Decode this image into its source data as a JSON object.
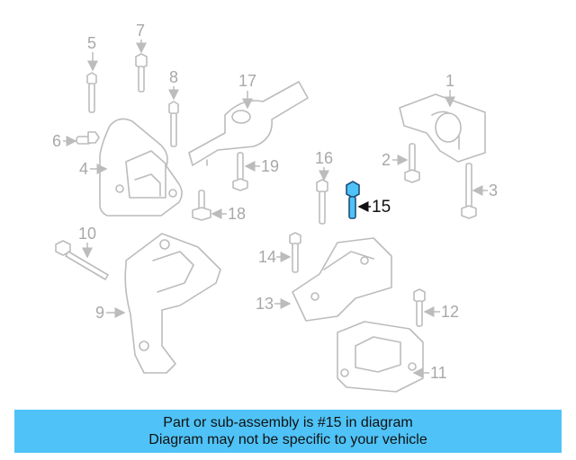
{
  "diagram": {
    "callouts": [
      "1",
      "2",
      "3",
      "4",
      "5",
      "6",
      "7",
      "8",
      "9",
      "10",
      "11",
      "12",
      "13",
      "14",
      "15",
      "16",
      "17",
      "18",
      "19"
    ],
    "highlighted_callout": "15",
    "highlight_color": "#4fc3f7",
    "line_color": "#bcbcbc"
  },
  "banner": {
    "line1": "Part or sub-assembly is #15 in diagram",
    "line2": "Diagram may not be specific to your vehicle",
    "background": "#4fc3f7"
  }
}
